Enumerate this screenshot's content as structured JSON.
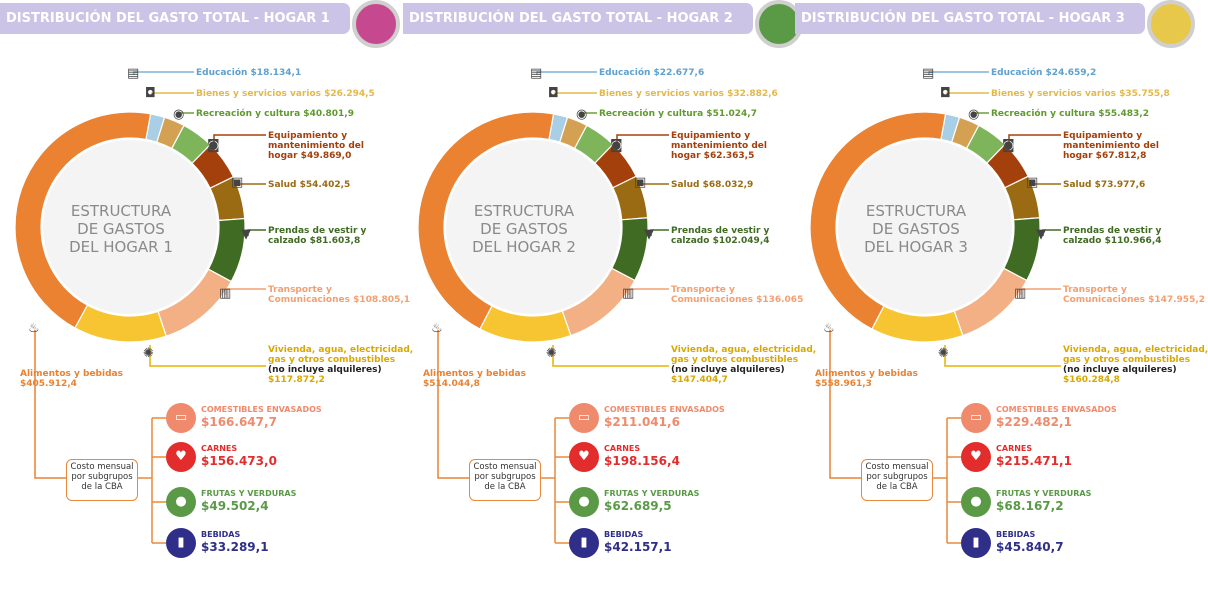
{
  "colors": {
    "educacion": "#a9cfe6",
    "bienes": "#d4a052",
    "recreacion": "#7eb55b",
    "equipamiento": "#a3400c",
    "salud": "#9a6b12",
    "prendas": "#3f6b22",
    "transporte": "#f3b084",
    "vivienda": "#f7c531",
    "alimentos": "#ea8232",
    "title_bg": "#ccc4e6",
    "comestibles": "#f08a6c",
    "carnes": "#e32c2c",
    "frutas": "#5a9a47",
    "bebidas": "#2f2f8a"
  },
  "icons": [
    "document-icon",
    "shopping-bag-icon",
    "camera-icon",
    "washing-machine-icon",
    "medical-camera-icon",
    "shirt-icon",
    "bus-icon",
    "light-bulb-icon",
    "basket-icon",
    "can-icon",
    "meat-icon",
    "fruit-icon",
    "bottle-icon",
    "family-icon"
  ],
  "households": [
    {
      "title": "DISTRIBUCIÓN DEL GASTO TOTAL - HOGAR 1",
      "center": [
        "ESTRUCTURA",
        "DE GASTOS",
        "DEL HOGAR 1"
      ],
      "badge_color": "#c6488f",
      "categories": [
        {
          "key": "educacion",
          "lines": [
            "Educación $18.134,1"
          ],
          "value": 18134.1
        },
        {
          "key": "bienes",
          "lines": [
            "Bienes y servicios varios $26.294,5"
          ],
          "value": 26294.5
        },
        {
          "key": "recreacion",
          "lines": [
            "Recreación y cultura $40.801,9"
          ],
          "value": 40801.9
        },
        {
          "key": "equipamiento",
          "lines": [
            "Equipamiento y",
            "mantenimiento del",
            "hogar $49.869,0"
          ],
          "value": 49869.0
        },
        {
          "key": "salud",
          "lines": [
            "Salud $54.402,5"
          ],
          "value": 54402.5
        },
        {
          "key": "prendas",
          "lines": [
            "Prendas de vestir y",
            "calzado $81.603,8"
          ],
          "value": 81603.8
        },
        {
          "key": "transporte",
          "lines": [
            "Transporte y",
            "Comunicaciones $108.805,1"
          ],
          "value": 108805.1
        },
        {
          "key": "vivienda",
          "lines": [
            "Vivienda, agua, electricidad,",
            "gas y otros combustibles",
            "(no incluye alquileres)",
            "$117.872,2"
          ],
          "value": 117872.2
        },
        {
          "key": "alimentos",
          "lines": [
            "Alimentos y bebidas",
            "$405.912,4"
          ],
          "value": 405912.4
        }
      ],
      "cba_label": [
        "Costo mensual",
        "por subgrupos",
        "de la CBA"
      ],
      "subgroups": [
        {
          "key": "comestibles",
          "name": "COMESTIBLES ENVASADOS",
          "value": "$166.647,7"
        },
        {
          "key": "carnes",
          "name": "CARNES",
          "value": "$156.473,0"
        },
        {
          "key": "frutas",
          "name": "FRUTAS Y VERDURAS",
          "value": "$49.502,4"
        },
        {
          "key": "bebidas",
          "name": "BEBIDAS",
          "value": "$33.289,1"
        }
      ]
    },
    {
      "title": "DISTRIBUCIÓN DEL GASTO TOTAL - HOGAR 2",
      "center": [
        "ESTRUCTURA",
        "DE GASTOS",
        "DEL HOGAR 2"
      ],
      "badge_color": "#5a9a47",
      "categories": [
        {
          "key": "educacion",
          "lines": [
            "Educación $22.677,6"
          ],
          "value": 22677.6
        },
        {
          "key": "bienes",
          "lines": [
            "Bienes y servicios varios $32.882,6"
          ],
          "value": 32882.6
        },
        {
          "key": "recreacion",
          "lines": [
            "Recreación y cultura $51.024,7"
          ],
          "value": 51024.7
        },
        {
          "key": "equipamiento",
          "lines": [
            "Equipamiento y",
            "mantenimiento del",
            "hogar $62.363,5"
          ],
          "value": 62363.5
        },
        {
          "key": "salud",
          "lines": [
            "Salud $68.032,9"
          ],
          "value": 68032.9
        },
        {
          "key": "prendas",
          "lines": [
            "Prendas de vestir y",
            "calzado $102.049,4"
          ],
          "value": 102049.4
        },
        {
          "key": "transporte",
          "lines": [
            "Transporte y",
            "Comunicaciones $136.065"
          ],
          "value": 136065
        },
        {
          "key": "vivienda",
          "lines": [
            "Vivienda, agua, electricidad,",
            "gas y otros combustibles",
            "(no incluye alquileres)",
            "$147.404,7"
          ],
          "value": 147404.7
        },
        {
          "key": "alimentos",
          "lines": [
            "Alimentos y bebidas",
            "$514.044,8"
          ],
          "value": 514044.8
        }
      ],
      "cba_label": [
        "Costo mensual",
        "por subgrupos",
        "de la CBA"
      ],
      "subgroups": [
        {
          "key": "comestibles",
          "name": "COMESTIBLES ENVASADOS",
          "value": "$211.041,6"
        },
        {
          "key": "carnes",
          "name": "CARNES",
          "value": "$198.156,4"
        },
        {
          "key": "frutas",
          "name": "FRUTAS Y VERDURAS",
          "value": "$62.689,5"
        },
        {
          "key": "bebidas",
          "name": "BEBIDAS",
          "value": "$42.157,1"
        }
      ]
    },
    {
      "title": "DISTRIBUCIÓN DEL GASTO TOTAL - HOGAR 3",
      "center": [
        "ESTRUCTURA",
        "DE GASTOS",
        "DEL HOGAR 3"
      ],
      "badge_color": "#e8c84a",
      "categories": [
        {
          "key": "educacion",
          "lines": [
            "Educación $24.659,2"
          ],
          "value": 24659.2
        },
        {
          "key": "bienes",
          "lines": [
            "Bienes y servicios varios $35.755,8"
          ],
          "value": 35755.8
        },
        {
          "key": "recreacion",
          "lines": [
            "Recreación y cultura $55.483,2"
          ],
          "value": 55483.2
        },
        {
          "key": "equipamiento",
          "lines": [
            "Equipamiento y",
            "mantenimiento del",
            "hogar $67.812,8"
          ],
          "value": 67812.8
        },
        {
          "key": "salud",
          "lines": [
            "Salud $73.977,6"
          ],
          "value": 73977.6
        },
        {
          "key": "prendas",
          "lines": [
            "Prendas de vestir y",
            "calzado $110.966,4"
          ],
          "value": 110966.4
        },
        {
          "key": "transporte",
          "lines": [
            "Transporte y",
            "Comunicaciones $147.955,2"
          ],
          "value": 147955.2
        },
        {
          "key": "vivienda",
          "lines": [
            "Vivienda, agua, electricidad,",
            "gas y otros combustibles",
            "(no incluye alquileres)",
            "$160.284,8"
          ],
          "value": 160284.8
        },
        {
          "key": "alimentos",
          "lines": [
            "Alimentos y bebidas",
            "$558.961,3"
          ],
          "value": 558961.3
        }
      ],
      "cba_label": [
        "Costo mensual",
        "por subgrupos",
        "de la CBA"
      ],
      "subgroups": [
        {
          "key": "comestibles",
          "name": "COMESTIBLES ENVASADOS",
          "value": "$229.482,1"
        },
        {
          "key": "carnes",
          "name": "CARNES",
          "value": "$215.471,1"
        },
        {
          "key": "frutas",
          "name": "FRUTAS Y VERDURAS",
          "value": "$68.167,2"
        },
        {
          "key": "bebidas",
          "name": "BEBIDAS",
          "value": "$45.840,7"
        }
      ]
    }
  ]
}
